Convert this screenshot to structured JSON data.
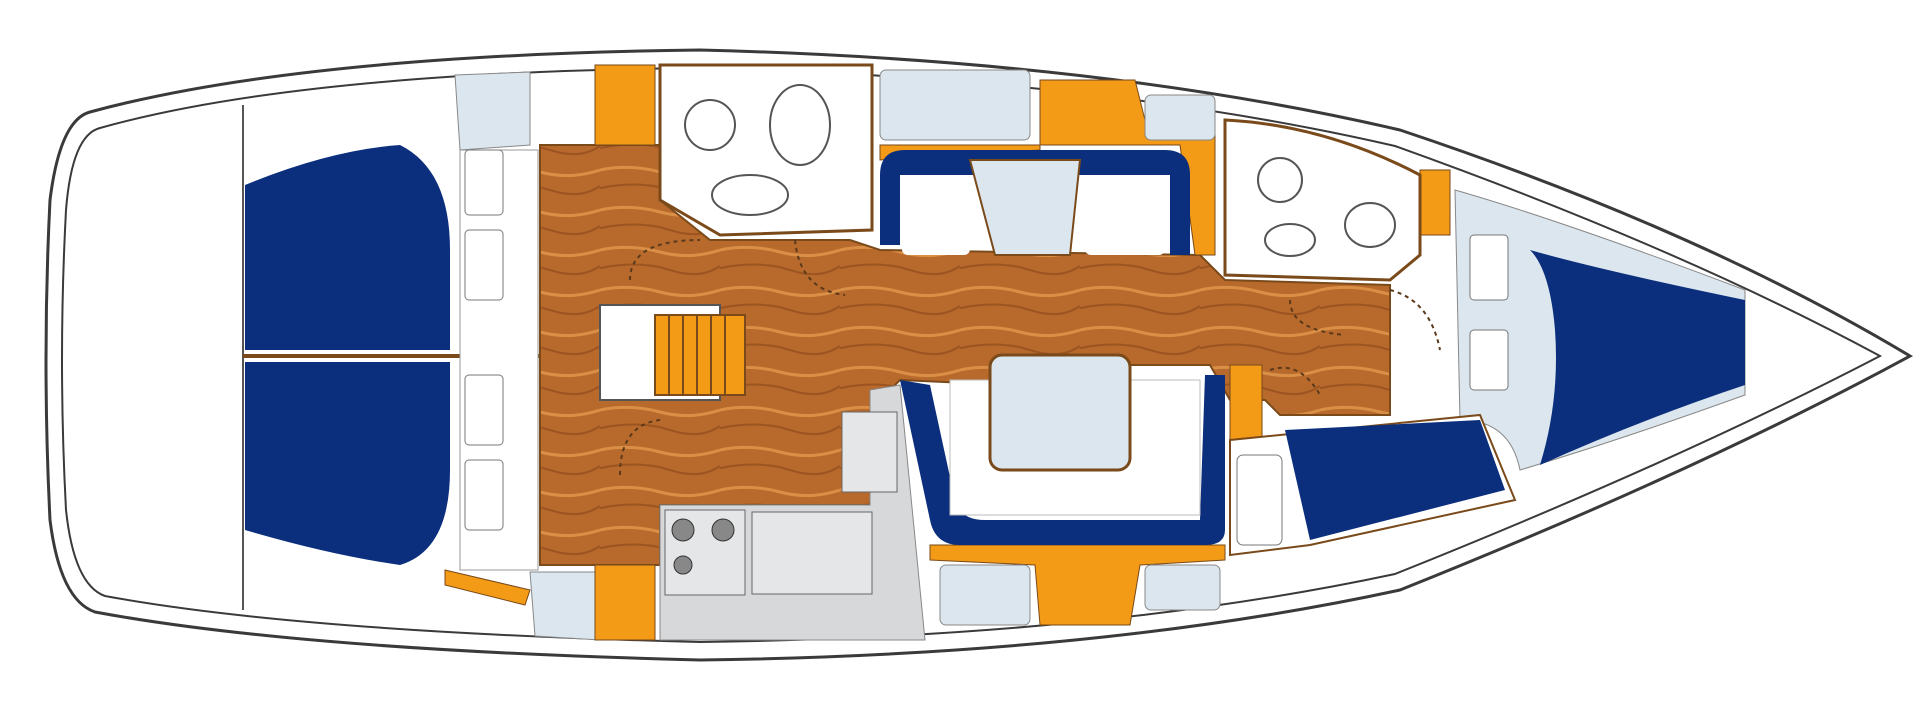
{
  "diagram": {
    "type": "yacht interior layout plan",
    "colors": {
      "hull_outline": "#3a3a3a",
      "background": "#ffffff",
      "upholstery_blue": "#0b2f7d",
      "wood_floor": "#b8692c",
      "wood_grain": "#d98f45",
      "bulkhead_orange": "#f39a16",
      "cushion_light": "#dbe6ee",
      "galley_gray": "#d6d8da",
      "line": "#5a3a1a"
    },
    "areas": [
      "aft-cabin-port",
      "aft-cabin-starboard",
      "aft-head",
      "companionway",
      "saloon",
      "dinette",
      "galley",
      "forward-head",
      "forward-cabin",
      "guest-cabin"
    ]
  }
}
